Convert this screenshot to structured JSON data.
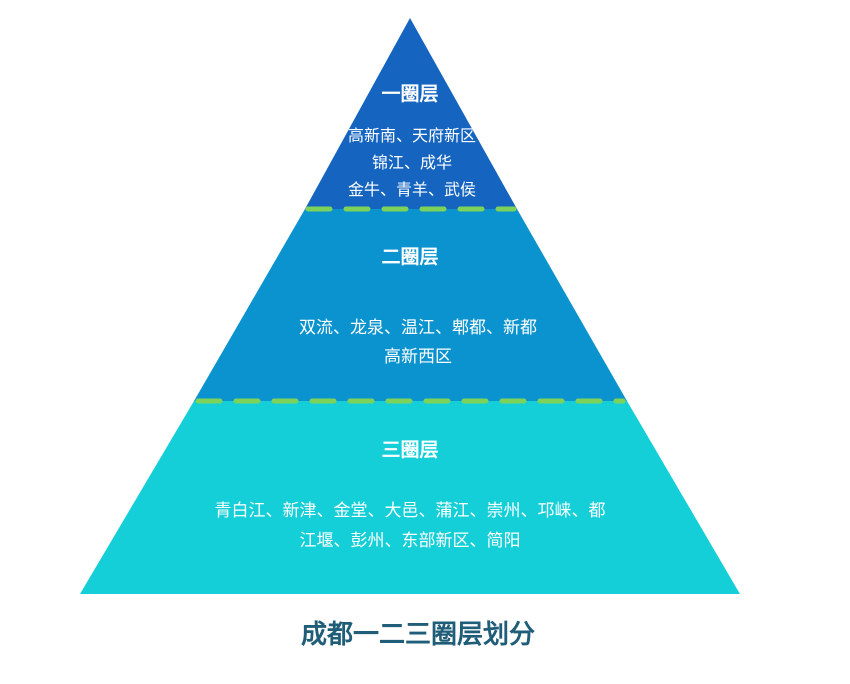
{
  "colors": {
    "tier1": "#1565c0",
    "tier2": "#0b93cf",
    "tier3": "#14cfd8",
    "divider": "#7dd35a",
    "caption": "#1f5d78"
  },
  "tiers": [
    {
      "title": "一圈层",
      "lines": [
        "高新南、天府新区",
        "锦江、成华",
        "金牛、青羊、武侯"
      ]
    },
    {
      "title": "二圈层",
      "lines": [
        "双流、龙泉、温江、郫都、新都",
        "高新西区"
      ]
    },
    {
      "title": "三圈层",
      "lines": [
        "青白江、新津、金堂、大邑、蒲江、崇州、邛崃、都",
        "江堰、彭州、东部新区、简阳"
      ]
    }
  ],
  "caption": "成都一二三圈层划分"
}
